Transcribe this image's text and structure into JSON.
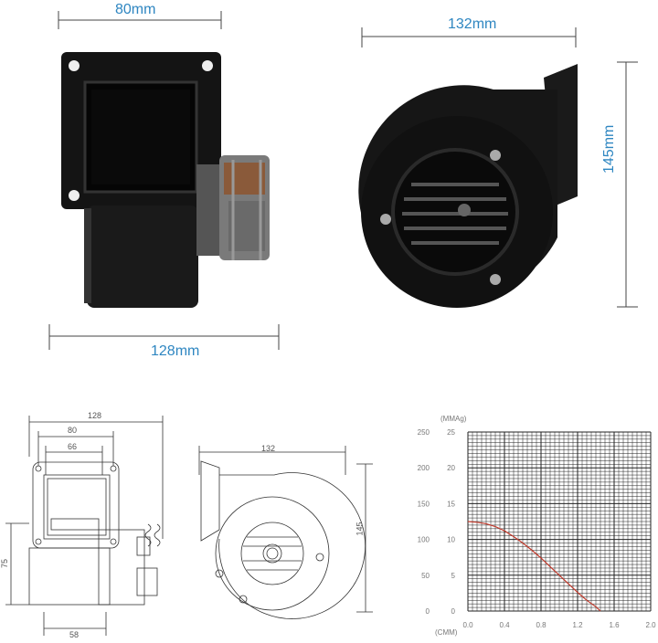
{
  "photo_dims": {
    "front_width": "80mm",
    "side_width": "132mm",
    "side_height": "145mm",
    "front_depth": "128mm"
  },
  "drawing_dims": {
    "left_128": "128",
    "left_80": "80",
    "left_66": "66",
    "left_75": "75",
    "left_58": "58",
    "right_132": "132",
    "right_145": "145"
  },
  "chart_data": {
    "type": "line",
    "y_label_outer": "(MMAg)",
    "x_label": "(CMM)",
    "y_outer_ticks": [
      "250",
      "200",
      "150",
      "100",
      "50",
      "0"
    ],
    "y_inner_ticks": [
      "25",
      "20",
      "15",
      "10",
      "5",
      "0"
    ],
    "x_ticks": [
      "0.0",
      "0.4",
      "0.8",
      "1.2",
      "1.6",
      "2.0"
    ],
    "xlim": [
      0,
      2.0
    ],
    "ylim": [
      0,
      25
    ],
    "grid": true,
    "colors": {
      "curve": "#c0392b",
      "grid": "#222222"
    },
    "series": [
      {
        "x": [
          0.0,
          0.1,
          0.2,
          0.3,
          0.4,
          0.5,
          0.6,
          0.7,
          0.8,
          0.9,
          1.0,
          1.1,
          1.2,
          1.3,
          1.4,
          1.45
        ],
        "y": [
          12.5,
          12.4,
          12.2,
          11.8,
          11.2,
          10.4,
          9.5,
          8.5,
          7.4,
          6.2,
          5.0,
          3.8,
          2.6,
          1.5,
          0.6,
          0.0
        ]
      }
    ]
  }
}
